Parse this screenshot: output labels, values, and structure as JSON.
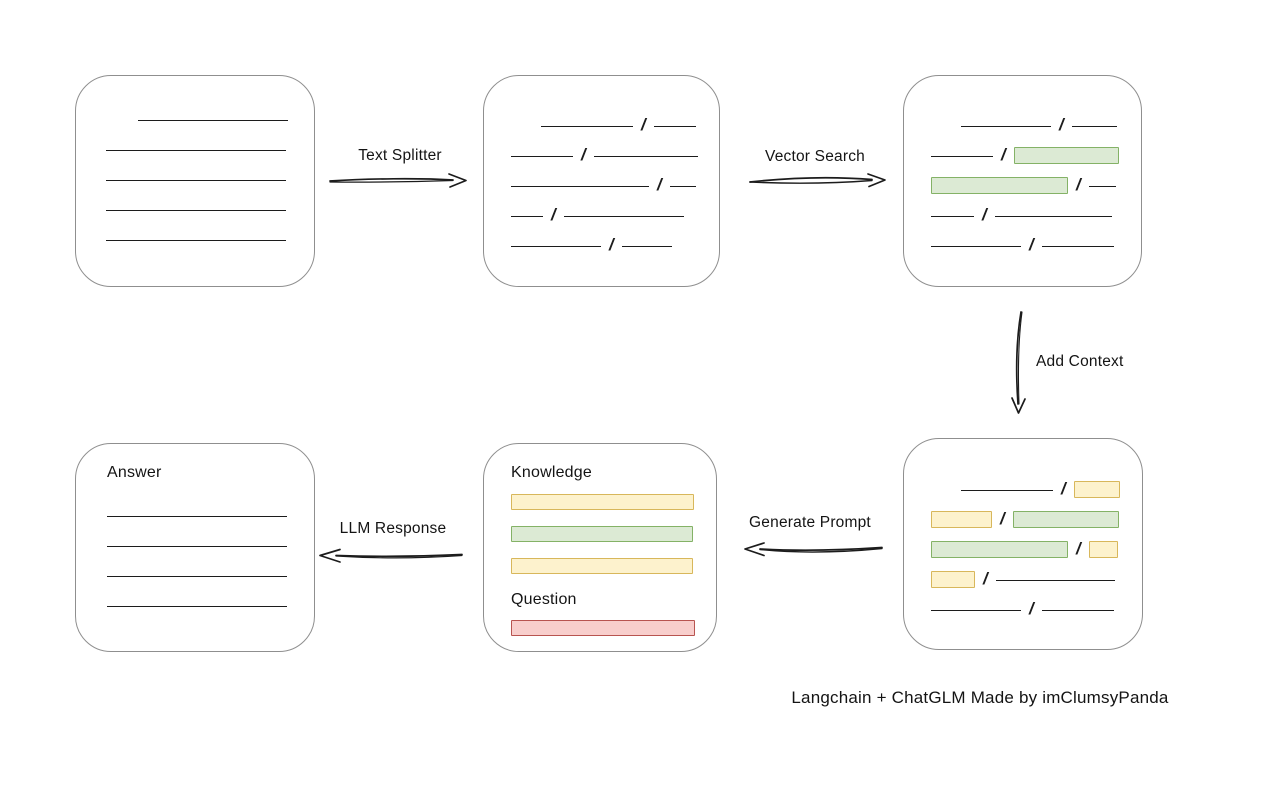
{
  "diagram": {
    "caption": "Langchain + ChatGLM Made by imClumsyPanda",
    "slash_char": "/",
    "colors": {
      "box_border": "#8f8f8f",
      "ink": "#1c1c1c",
      "green_fill": "#dcead4",
      "green_border": "#84b266",
      "yellow_fill": "#fdf2cd",
      "yellow_border": "#d8b75b",
      "red_fill": "#f8cecc",
      "red_border": "#b85450"
    },
    "arrows": {
      "text_splitter": {
        "label": "Text Splitter",
        "direction": "right"
      },
      "vector_search": {
        "label": "Vector Search",
        "direction": "right"
      },
      "add_context": {
        "label": "Add Context",
        "direction": "down"
      },
      "generate_prompt": {
        "label": "Generate Prompt",
        "direction": "left"
      },
      "llm_response": {
        "label": "LLM Response",
        "direction": "left"
      }
    },
    "boxes": {
      "source_document": {
        "rows": [
          [
            {
              "t": "sp",
              "w": 24
            },
            {
              "t": "ln",
              "w": 150
            }
          ],
          [
            {
              "t": "ln",
              "w": 180
            }
          ],
          [
            {
              "t": "ln",
              "w": 180
            }
          ],
          [
            {
              "t": "ln",
              "w": 180
            }
          ],
          [
            {
              "t": "ln",
              "w": 180
            }
          ]
        ]
      },
      "split_text": {
        "rows": [
          [
            {
              "t": "sp",
              "w": 22
            },
            {
              "t": "ln",
              "w": 92
            },
            {
              "t": "sl"
            },
            {
              "t": "ln",
              "w": 42
            }
          ],
          [
            {
              "t": "ln",
              "w": 62
            },
            {
              "t": "sl"
            },
            {
              "t": "ln",
              "w": 104
            }
          ],
          [
            {
              "t": "ln",
              "w": 138
            },
            {
              "t": "sl"
            },
            {
              "t": "ln",
              "w": 26
            }
          ],
          [
            {
              "t": "ln",
              "w": 32
            },
            {
              "t": "sl"
            },
            {
              "t": "ln",
              "w": 120
            }
          ],
          [
            {
              "t": "ln",
              "w": 90
            },
            {
              "t": "sl"
            },
            {
              "t": "ln",
              "w": 50
            }
          ]
        ]
      },
      "retrieved_chunks": {
        "rows": [
          [
            {
              "t": "sp",
              "w": 22
            },
            {
              "t": "ln",
              "w": 90
            },
            {
              "t": "sl"
            },
            {
              "t": "ln",
              "w": 45
            }
          ],
          [
            {
              "t": "ln",
              "w": 62
            },
            {
              "t": "sl"
            },
            {
              "t": "gr",
              "w": 103
            }
          ],
          [
            {
              "t": "gr",
              "w": 135
            },
            {
              "t": "sl"
            },
            {
              "t": "ln",
              "w": 27
            }
          ],
          [
            {
              "t": "ln",
              "w": 43
            },
            {
              "t": "sl"
            },
            {
              "t": "ln",
              "w": 117
            }
          ],
          [
            {
              "t": "ln",
              "w": 90
            },
            {
              "t": "sl"
            },
            {
              "t": "ln",
              "w": 72
            }
          ]
        ]
      },
      "context_chunks": {
        "rows": [
          [
            {
              "t": "sp",
              "w": 22
            },
            {
              "t": "ln",
              "w": 92
            },
            {
              "t": "sl"
            },
            {
              "t": "yl",
              "w": 44
            }
          ],
          [
            {
              "t": "yl",
              "w": 59
            },
            {
              "t": "sl"
            },
            {
              "t": "gr",
              "w": 104
            }
          ],
          [
            {
              "t": "gr",
              "w": 135
            },
            {
              "t": "sl"
            },
            {
              "t": "yl",
              "w": 27
            }
          ],
          [
            {
              "t": "yl",
              "w": 42
            },
            {
              "t": "sl"
            },
            {
              "t": "ln",
              "w": 119
            }
          ],
          [
            {
              "t": "ln",
              "w": 90
            },
            {
              "t": "sl"
            },
            {
              "t": "ln",
              "w": 72
            }
          ]
        ]
      },
      "prompt": {
        "knowledge_label": "Knowledge",
        "question_label": "Question",
        "knowledge_bars": [
          {
            "c": "yl",
            "w": 181
          },
          {
            "c": "gr",
            "w": 180
          },
          {
            "c": "yl",
            "w": 180
          }
        ],
        "question_bars": [
          {
            "c": "rd",
            "w": 182
          }
        ]
      },
      "answer": {
        "label": "Answer",
        "rows": [
          [
            {
              "t": "ln",
              "w": 180
            }
          ],
          [
            {
              "t": "ln",
              "w": 180
            }
          ],
          [
            {
              "t": "ln",
              "w": 180
            }
          ],
          [
            {
              "t": "ln",
              "w": 180
            }
          ]
        ]
      }
    }
  }
}
